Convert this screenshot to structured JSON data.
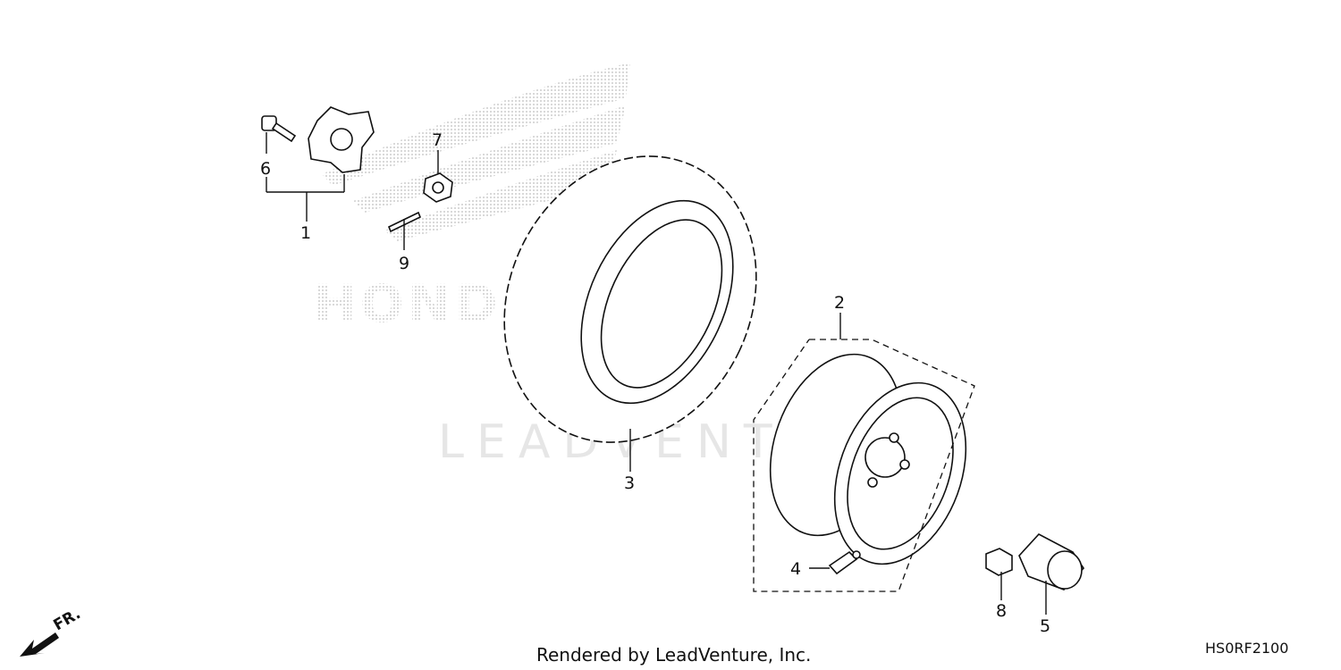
{
  "diagram": {
    "watermarks": {
      "brand": "HONDA",
      "company": "LEADVENTURE"
    },
    "parts": [
      {
        "ref": "1"
      },
      {
        "ref": "2"
      },
      {
        "ref": "3"
      },
      {
        "ref": "4"
      },
      {
        "ref": "5"
      },
      {
        "ref": "6"
      },
      {
        "ref": "7"
      },
      {
        "ref": "8"
      },
      {
        "ref": "9"
      }
    ],
    "direction_label": "FR.",
    "footer": "Rendered by LeadVenture, Inc.",
    "diagram_code": "HS0RF2100"
  }
}
